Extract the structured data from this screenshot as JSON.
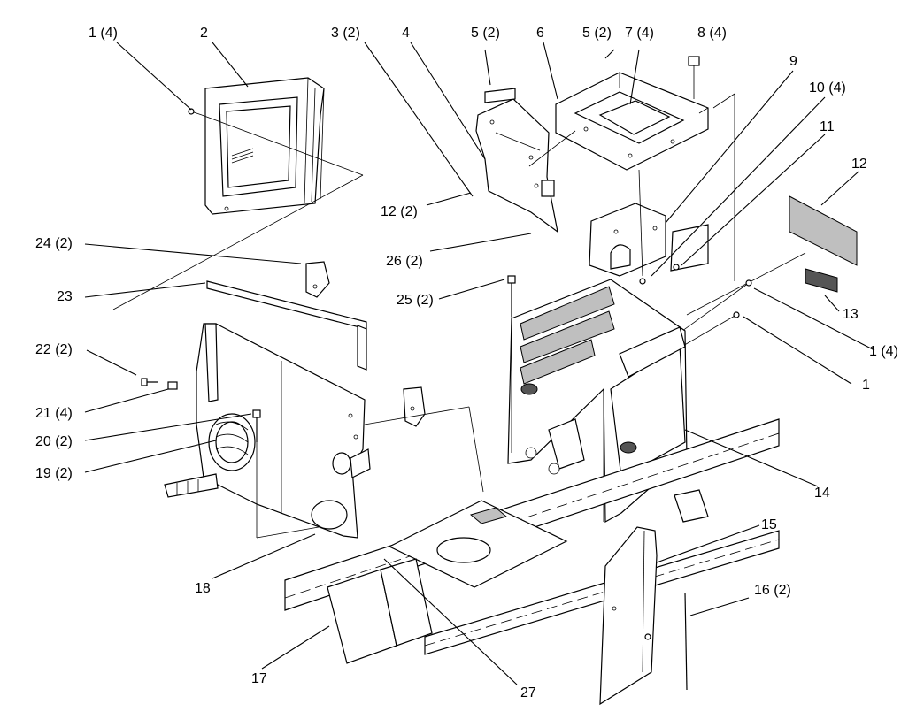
{
  "callouts": [
    {
      "id": "c1",
      "text": "1 (4)"
    },
    {
      "id": "c2",
      "text": "2"
    },
    {
      "id": "c3",
      "text": "3 (2)"
    },
    {
      "id": "c4",
      "text": "4"
    },
    {
      "id": "c5a",
      "text": "5 (2)"
    },
    {
      "id": "c6",
      "text": "6"
    },
    {
      "id": "c5b",
      "text": "5 (2)"
    },
    {
      "id": "c7",
      "text": "7 (4)"
    },
    {
      "id": "c8",
      "text": "8 (4)"
    },
    {
      "id": "c9",
      "text": "9"
    },
    {
      "id": "c10",
      "text": "10 (4)"
    },
    {
      "id": "c11",
      "text": "11"
    },
    {
      "id": "c12a",
      "text": "12"
    },
    {
      "id": "c12b",
      "text": "12 (2)"
    },
    {
      "id": "c26",
      "text": "26 (2)"
    },
    {
      "id": "c24",
      "text": "24 (2)"
    },
    {
      "id": "c23",
      "text": "23"
    },
    {
      "id": "c25",
      "text": "25 (2)"
    },
    {
      "id": "c13",
      "text": "13"
    },
    {
      "id": "c1b",
      "text": "1 (4)"
    },
    {
      "id": "c1c",
      "text": "1"
    },
    {
      "id": "c22",
      "text": "22 (2)"
    },
    {
      "id": "c21",
      "text": "21 (4)"
    },
    {
      "id": "c20",
      "text": "20 (2)"
    },
    {
      "id": "c19",
      "text": "19 (2)"
    },
    {
      "id": "c14",
      "text": "14"
    },
    {
      "id": "c15",
      "text": "15"
    },
    {
      "id": "c16",
      "text": "16 (2)"
    },
    {
      "id": "c18",
      "text": "18"
    },
    {
      "id": "c17",
      "text": "17"
    },
    {
      "id": "c27",
      "text": "27"
    }
  ]
}
